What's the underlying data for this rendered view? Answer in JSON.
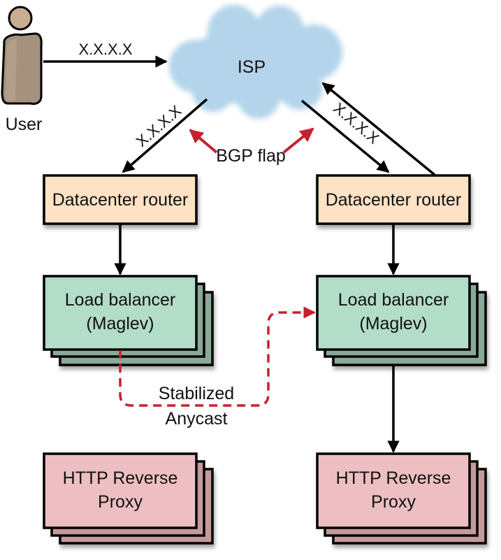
{
  "title": "Stabilized Anycast with Maglev load balancers",
  "colors": {
    "cloud": "#b3d4ea",
    "router_fill": "#fde2c4",
    "lb_front": "#b2ddc8",
    "lb_back": "#88aa96",
    "proxy_front": "#edbfc2",
    "proxy_back": "#c49a9c",
    "accent_red": "#c8202e",
    "user_body": "#a4917e",
    "user_head": "#c8ae91"
  },
  "user": {
    "label": "User"
  },
  "isp": {
    "label": "ISP"
  },
  "edges": {
    "user_to_isp": "X.X.X.X",
    "isp_to_left_router": "X.X.X.X",
    "isp_to_right_router": "X.X.X.X"
  },
  "bgp_flap": {
    "label": "BGP flap"
  },
  "left": {
    "router": "Datacenter router",
    "lb_line1": "Load balancer",
    "lb_line2": "(Maglev)",
    "proxy_line1": "HTTP Reverse",
    "proxy_line2": "Proxy"
  },
  "right": {
    "router": "Datacenter router",
    "lb_line1": "Load balancer",
    "lb_line2": "(Maglev)",
    "proxy_line1": "HTTP Reverse",
    "proxy_line2": "Proxy"
  },
  "stabilized_anycast": {
    "line1": "Stabilized",
    "line2": "Anycast"
  }
}
